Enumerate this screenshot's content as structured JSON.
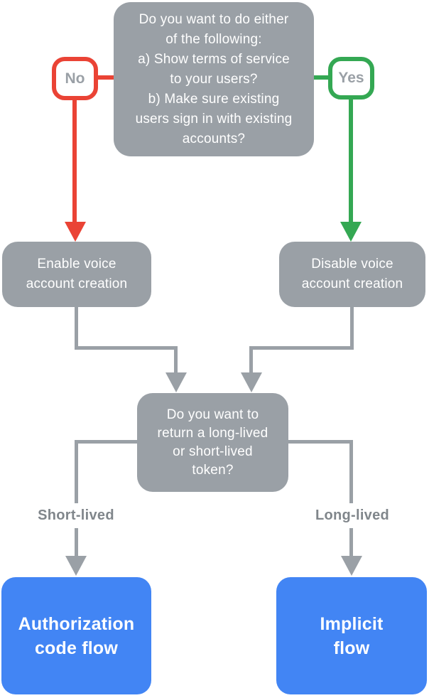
{
  "colors": {
    "node_gray": "#9aa0a6",
    "connector_gray": "#9aa0a6",
    "branch_no_red": "#ea4335",
    "branch_yes_green": "#34a853",
    "result_blue": "#4285f4",
    "label_gray": "#80868b",
    "label_gray_dark": "#9aa0a6"
  },
  "nodes": {
    "top_question": "Do you want to do either\nof the following:\na) Show terms of service\nto your users?\nb) Make sure existing\nusers sign in with existing\naccounts?",
    "no_badge": "No",
    "yes_badge": "Yes",
    "enable_voice": "Enable voice\naccount creation",
    "disable_voice": "Disable voice\naccount creation",
    "token_question": "Do you want to\nreturn a long-lived\nor short-lived\ntoken?",
    "short_lived_label": "Short-lived",
    "long_lived_label": "Long-lived",
    "authorization_code": "Authorization\ncode flow",
    "implicit_flow": "Implicit\nflow"
  }
}
